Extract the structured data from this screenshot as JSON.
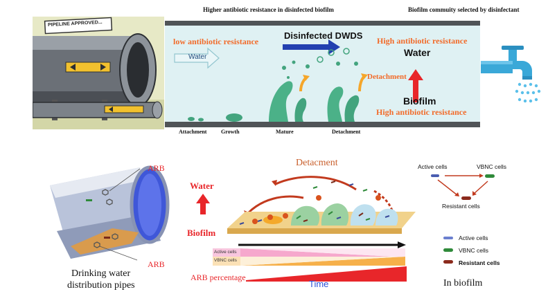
{
  "top": {
    "header_center": "Higher antibiotic resistance in disinfected biofilm",
    "header_right": "Biofilm commuity selected by disinfectant",
    "cartoon_sign": "PIPELINE APPROVED...",
    "low_resistance": "low antibiotic resistance",
    "water_arrow": "Water",
    "disinfected": "Disinfected DWDS",
    "high_resistance_top": "High antibiotic resistance",
    "water_label": "Water",
    "detachment_label": "Detachment",
    "biofilm_label": "Biofilm",
    "high_resistance_bottom": "High antibiotic resistance",
    "stages": [
      "Attachment",
      "Growth",
      "Mature",
      "Detachment"
    ]
  },
  "bottom": {
    "arb_top": "ARB",
    "arb_bottom": "ARB",
    "pipes_caption_line1": "Drinking water",
    "pipes_caption_line2": "distribution pipes",
    "water": "Water",
    "biofilm": "Biofilm",
    "detachment": "Detacment",
    "active_bar": "Active cells",
    "vbnc_bar": "VBNC cells",
    "arb_percentage": "ARB percentage",
    "time": "Time",
    "cycle_active": "Active cells",
    "cycle_vbnc": "VBNC cells",
    "cycle_resistant": "Resistant cells",
    "legend": [
      "Active cells",
      "VBNC cells",
      "Resistant cells"
    ],
    "in_biofilm": "In biofilm"
  },
  "colors": {
    "red": "#e8262a",
    "orange": "#f26b2a",
    "pipe_water": "#dff1f3",
    "biofilm_green": "#43a47e",
    "blue_arrow": "#2340b0"
  }
}
